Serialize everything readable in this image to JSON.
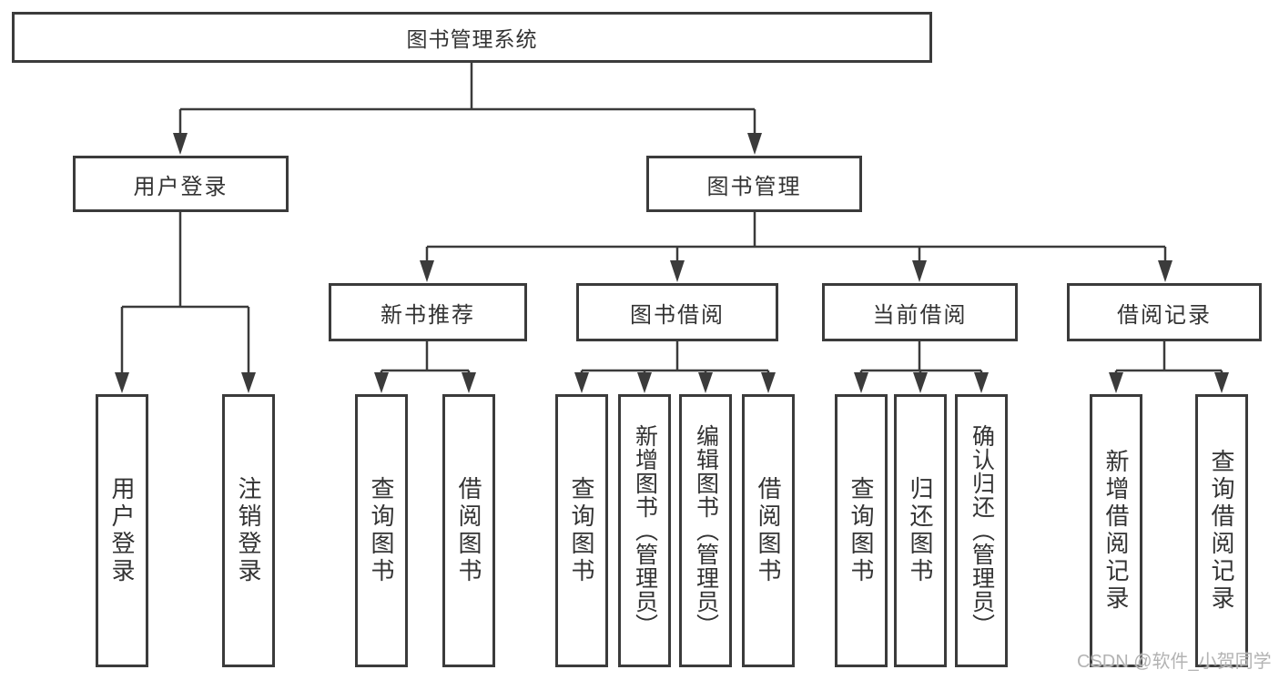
{
  "diagram": {
    "title": "图书管理系统",
    "branches": {
      "user_login": {
        "label": "用户登录",
        "children": {
          "login": "用户登录",
          "logout": "注销登录"
        }
      },
      "book_mgmt": {
        "label": "图书管理",
        "sections": {
          "new_books": {
            "label": "新书推荐",
            "children": {
              "query": "查询图书",
              "borrow": "借阅图书"
            }
          },
          "book_borrow": {
            "label": "图书借阅",
            "children": {
              "query": "查询图书",
              "add": "新增图书（管理员）",
              "edit": "编辑图书（管理员）",
              "borrow": "借阅图书"
            }
          },
          "current_borrow": {
            "label": "当前借阅",
            "children": {
              "query": "查询图书",
              "return": "归还图书",
              "confirm": "确认归还（管理员）"
            }
          },
          "borrow_records": {
            "label": "借阅记录",
            "children": {
              "add": "新增借阅记录",
              "query": "查询借阅记录"
            }
          }
        }
      }
    }
  },
  "watermark": "CSDN @软件_小贺同学",
  "colors": {
    "line": "#3b3b3b",
    "text": "#333333",
    "background": "#ffffff",
    "watermark": "#b3b3b3"
  }
}
